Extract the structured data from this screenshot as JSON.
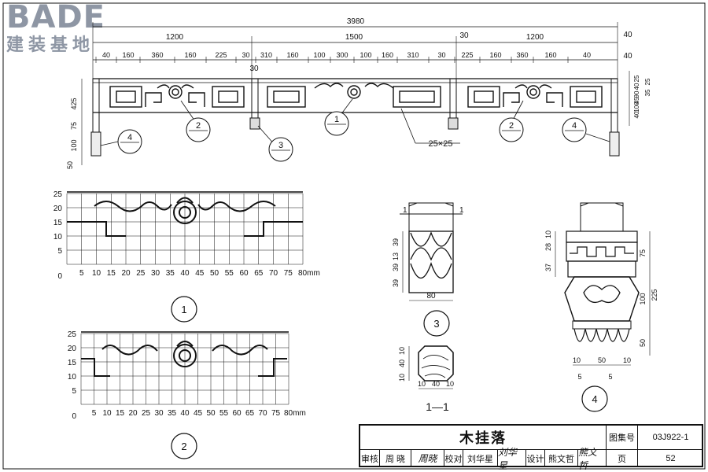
{
  "watermark": {
    "main": "BADE",
    "sub": "建装基地"
  },
  "elevation": {
    "overall": "3980",
    "spans": [
      "1200",
      "1500",
      "1200"
    ],
    "gap_labels": [
      "30",
      "30"
    ],
    "right_marks": [
      "40",
      "40"
    ],
    "sub_dims": [
      "40",
      "160",
      "360",
      "160",
      "225",
      "30",
      "310",
      "160",
      "100",
      "300",
      "100",
      "160",
      "310",
      "30",
      "225",
      "160",
      "360",
      "160",
      "40"
    ],
    "under_label": "30",
    "left_dims": [
      "425",
      "75",
      "100",
      "50"
    ],
    "right_dims": [
      "25",
      "40",
      "90",
      "45",
      "100",
      "40",
      "25",
      "35"
    ],
    "member_size": "25×25",
    "callouts": [
      "1",
      "2",
      "2",
      "3",
      "4",
      "4"
    ]
  },
  "detail1": {
    "y_ticks": [
      "25",
      "20",
      "15",
      "10",
      "5",
      "0"
    ],
    "x_ticks": [
      "5",
      "10",
      "15",
      "20",
      "25",
      "30",
      "35",
      "40",
      "45",
      "50",
      "55",
      "60",
      "65",
      "70",
      "75",
      "80mm"
    ],
    "number": "1"
  },
  "detail2": {
    "y_ticks": [
      "25",
      "20",
      "15",
      "10",
      "5",
      "0"
    ],
    "x_ticks": [
      "5",
      "10",
      "15",
      "20",
      "25",
      "30",
      "35",
      "40",
      "45",
      "50",
      "55",
      "60",
      "65",
      "70",
      "75",
      "80mm"
    ],
    "number": "2"
  },
  "detail3": {
    "dims_left": [
      "39",
      "13",
      "39"
    ],
    "dim_left_low": "39",
    "width": "80",
    "section_marks": [
      "1",
      "1"
    ],
    "number": "3"
  },
  "section11": {
    "dims_left": [
      "10",
      "40",
      "10"
    ],
    "dims_bottom": [
      "10",
      "40",
      "10"
    ],
    "label": "1—1"
  },
  "detail4": {
    "dims_left_top": [
      "37",
      "28",
      "10"
    ],
    "dims_right": [
      "75",
      "100",
      "225",
      "50"
    ],
    "dims_bottom": [
      "10",
      "50",
      "10"
    ],
    "dims_bottom2": [
      "5",
      "5"
    ],
    "number": "4"
  },
  "title_block": {
    "title": "木挂落",
    "atlas_label": "图集号",
    "atlas_no": "03J922-1",
    "review_label": "审核",
    "reviewer": "周 晓",
    "reviewer_sig": "周晓",
    "check_label": "校对",
    "checker": "刘华星",
    "checker_sig": "刘华星",
    "design_label": "设计",
    "designer": "熊文哲",
    "designer_sig": "熊文哲",
    "page_label": "页",
    "page_no": "52"
  }
}
